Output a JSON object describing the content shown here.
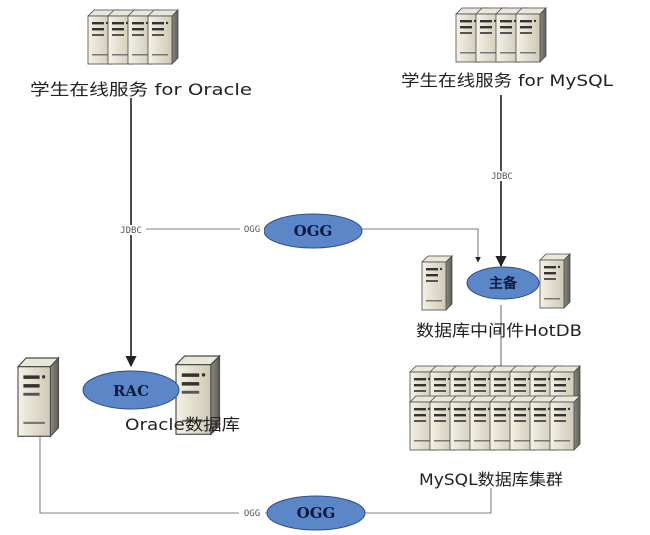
{
  "nodes": {
    "oracle_service": "学生在线服务 for Oracle",
    "mysql_service": "学生在线服务 for MySQL",
    "middleware": "数据库中间件HotDB",
    "oracle_db": "Oracle数据库",
    "mysql_cluster": "MySQL数据库集群"
  },
  "ellipses": {
    "ogg_top": "OGG",
    "ogg_bottom": "OGG",
    "rac": "RAC",
    "master_standby": "主备"
  },
  "edge_labels": {
    "jdbc_left": "JDBC",
    "jdbc_right": "JDBC",
    "ogg_top_small": "OGG",
    "ogg_bottom_small": "OGG"
  },
  "colors": {
    "ellipse_fill": "#5b87c9",
    "ellipse_stroke": "#2e4f86",
    "line": "#333333"
  }
}
